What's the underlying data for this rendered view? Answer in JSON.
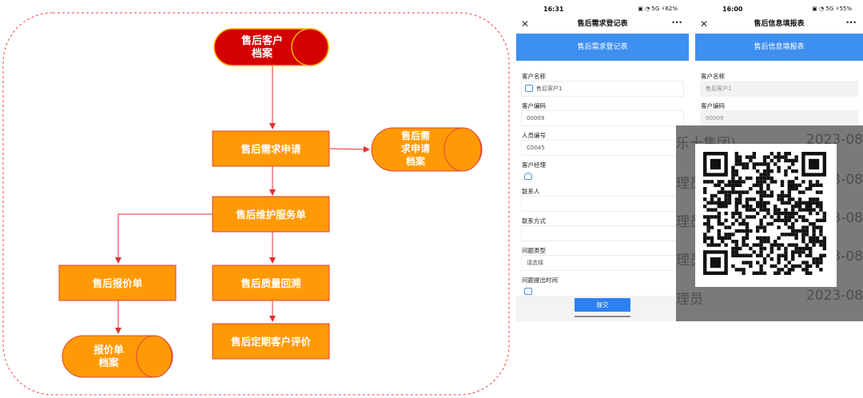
{
  "flowchart": {
    "nodes": {
      "archive_customer": "售后客户\n档案",
      "request_apply": "售后需求申请",
      "request_archive": "售后需\n求申请\n档案",
      "service_order": "售后维护服务单",
      "quote_order": "售后报价单",
      "quality_visit": "售后质量回溯",
      "quote_archive": "报价单\n档案",
      "periodic_eval": "售后定期客户评价"
    }
  },
  "phone_left": {
    "time": "16:31",
    "status_icons": "▣ ◔ 5G ⚡62%",
    "title": "售后需求登记表",
    "close_glyph": "✕",
    "more_glyph": "···",
    "banner": "售后需求登记表",
    "fields": [
      {
        "label": "客户名称",
        "value": "售后客户1"
      },
      {
        "label": "客户编码",
        "value": "00009"
      },
      {
        "label": "人员编号",
        "value": "C0045"
      },
      {
        "label": "客户经理",
        "value": ""
      },
      {
        "label": "联系人",
        "value": ""
      },
      {
        "label": "联系方式",
        "value": ""
      },
      {
        "label": "问题类型",
        "value": "请选择"
      },
      {
        "label": "问题提出时间",
        "value": ""
      }
    ],
    "submit": "提交"
  },
  "phone_right": {
    "time": "16:00",
    "status_icons": "▣ ◔ 5G ⚡55%",
    "title": "售后信息填报表",
    "close_glyph": "✕",
    "more_glyph": "···",
    "banner": "售后信息填报表",
    "fields": [
      {
        "label": "客户名称",
        "value": "售后客户1"
      },
      {
        "label": "客户编码",
        "value": "00009"
      }
    ]
  },
  "overlay_background": {
    "rows": [
      {
        "left": "乐十集团)",
        "right": "2023-08"
      },
      {
        "left": "理员",
        "right": "3-08"
      },
      {
        "left": "理员",
        "right": "3-08"
      },
      {
        "left": "理员",
        "right": "3-08"
      },
      {
        "left": "理员",
        "right": "3-08"
      },
      {
        "left": "理员",
        "right": "2023-08"
      }
    ]
  },
  "colors": {
    "node_fill": "#ff9a06",
    "node_border": "#e0433a",
    "archive_red": "#d40000",
    "arrow": "#e03030",
    "dashed_border": "#ee4444",
    "banner_blue": "#3d8ff0"
  },
  "icons": {
    "qr": "qr-code",
    "person": "person-icon",
    "calendar": "calendar-icon"
  }
}
